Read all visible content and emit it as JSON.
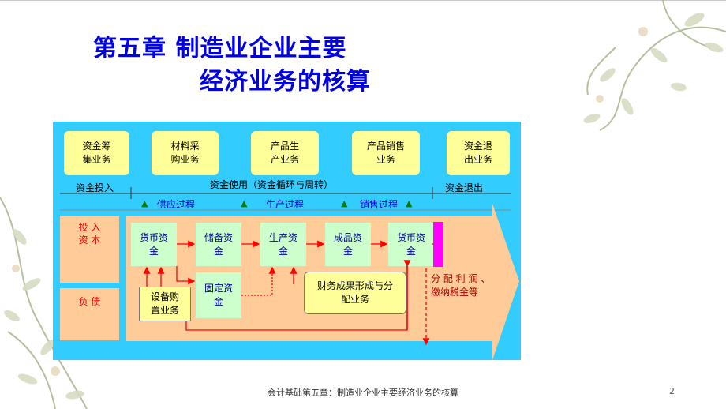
{
  "title": {
    "line1": "第五章  制造业企业主要",
    "line2": "经济业务的核算"
  },
  "stages": [
    {
      "label": "资金筹\n集业务"
    },
    {
      "label": "材料采\n购业务"
    },
    {
      "label": "产品生\n产业务"
    },
    {
      "label": "产品销售\n业务"
    },
    {
      "label": "资金退\n出业务"
    }
  ],
  "timeline": {
    "input": "资金投入",
    "use": "资金使用（资金循环与周转）",
    "exit": "资金退出"
  },
  "processes": {
    "supply": "供应过程",
    "production": "生产过程",
    "sales": "销售过程"
  },
  "left_labels": {
    "capital": "投 入\n资 本",
    "liability": "负 债"
  },
  "nodes": {
    "cash1": "货币资\n金",
    "reserve": "储备资\n金",
    "production": "生产资\n金",
    "finished": "成品资\n金",
    "cash2": "货币资\n金",
    "fixed": "固定资\n金",
    "equipment": "设备购\n置业务",
    "finance": "财务成果形成与分\n配业务"
  },
  "distribution": "分 配 利 润 、\n缴纳税金等",
  "colors": {
    "title": "#0000e6",
    "panel": "#33ccff",
    "stage": "#ffff99",
    "node": "#ccffcc",
    "pink": "#ffcc99",
    "arrow": "#ff0000",
    "marker": "#ff00ff"
  },
  "footer": "会计基础第五章：制造业企业主要经济业务的核算",
  "page_number": "2"
}
